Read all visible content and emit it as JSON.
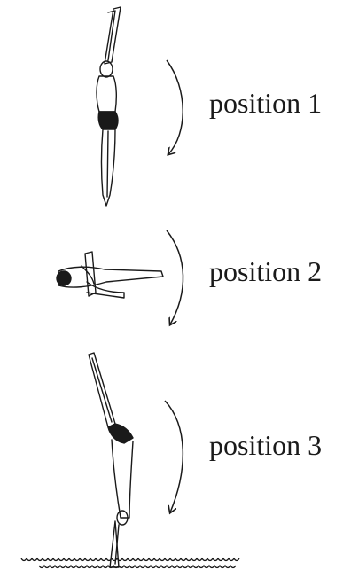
{
  "positions": [
    {
      "label": "position 1"
    },
    {
      "label": "position 2"
    },
    {
      "label": "position 3"
    }
  ],
  "colors": {
    "ink": "#1a1a1a",
    "background": "#ffffff"
  }
}
